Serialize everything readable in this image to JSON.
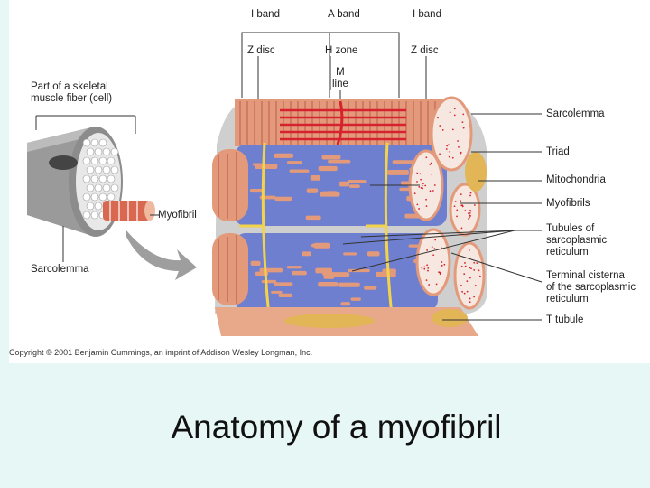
{
  "labels": {
    "i_band_left": "I band",
    "a_band": "A band",
    "i_band_right": "I band",
    "z_disc_left": "Z disc",
    "h_zone": "H zone",
    "m_line": "M\nline",
    "z_disc_right": "Z disc",
    "part_of_fiber": "Part of a skeletal\nmuscle fiber (cell)",
    "myofibril_left": "Myofibril",
    "sarcolemma_left": "Sarcolemma",
    "sarcolemma_right": "Sarcolemma",
    "triad": "Triad",
    "mitochondria": "Mitochondria",
    "myofibrils": "Myofibrils",
    "tubules_sr": "Tubules of\nsarcoplasmic\nreticulum",
    "terminal_cisterna": "Terminal cisterna\nof the sarcoplasmic\nreticulum",
    "t_tubule": "T tubule"
  },
  "copyright": "Copyright © 2001 Benjamin Cummings, an imprint of Addison Wesley Longman, Inc.",
  "title": "Anatomy of a myofibril",
  "colors": {
    "myofibril_salmon": "#e39a7a",
    "sr_blue": "#6f7fcf",
    "t_tubule_yellow": "#f2d34a",
    "m_line_red": "#d6222e",
    "background": "#e6f7f5"
  }
}
